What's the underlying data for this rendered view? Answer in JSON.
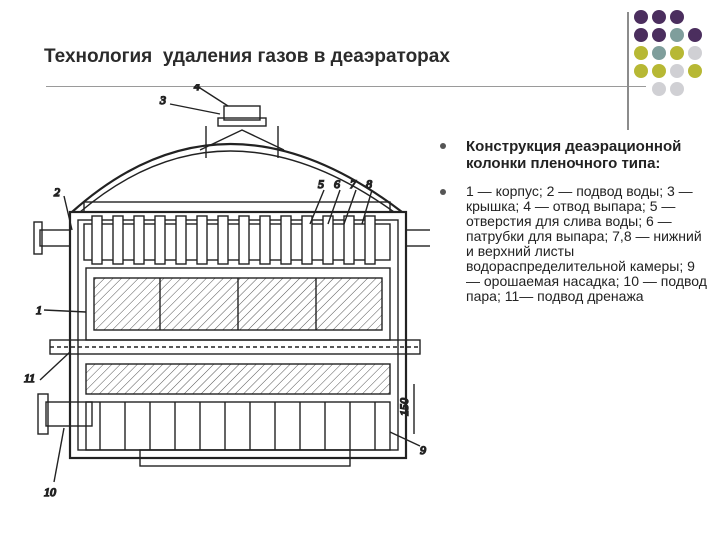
{
  "slide": {
    "title": "Технология  удаления газов в деаэраторах",
    "colors": {
      "purple": "#4b2e5e",
      "teal": "#7f9e9c",
      "olive": "#b7b834",
      "gray": "#d0d0d4",
      "text": "#222222"
    }
  },
  "dots_grid": [
    [
      "purple",
      "purple",
      "purple",
      null
    ],
    [
      "purple",
      "purple",
      "teal",
      "purple"
    ],
    [
      "olive",
      "teal",
      "olive",
      "gray"
    ],
    [
      "olive",
      "olive",
      "gray",
      "olive"
    ],
    [
      null,
      "gray",
      "gray",
      null
    ]
  ],
  "bullets": [
    {
      "text": "Конструкция деаэрационной колонки пленочного типа:"
    },
    {
      "text": "1 — корпус; 2 — подвод воды; 3 — крышка; 4 — отвод выпара; 5 — отверстия для слива воды; 6 — патрубки для выпара; 7,8 — нижний и верхний листы водораспределительной камеры; 9 — орошаемая насадка; 10 — подвод пара; 11— подвод дренажа"
    }
  ],
  "drawing": {
    "callouts": {
      "c1": "1",
      "c2": "2",
      "c3": "3",
      "c4": "4",
      "c5": "5",
      "c6": "6",
      "c7": "7",
      "c8": "8",
      "c9": "9",
      "c10": "10",
      "c11": "11",
      "dim": "150"
    }
  }
}
